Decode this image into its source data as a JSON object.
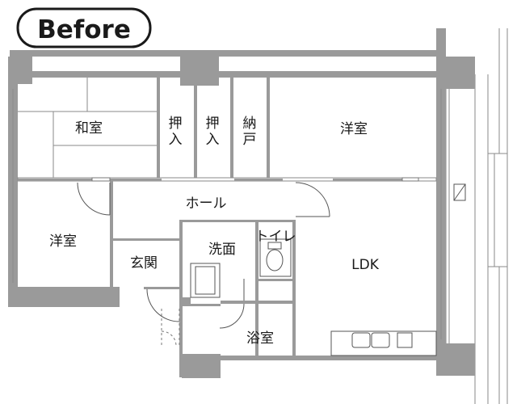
{
  "badge": {
    "label": "Before"
  },
  "rooms": {
    "washitsu": "和室",
    "oshiire_1": "押入",
    "oshiire_2": "押入",
    "nando": "納戸",
    "yoshitsu_top": "洋室",
    "hall": "ホール",
    "yoshitsu_left": "洋室",
    "genkan": "玄関",
    "senmen": "洗面",
    "toilet": "トイレ",
    "ldk": "LDK",
    "yokushitsu": "浴室"
  },
  "colors": {
    "wall": "#9a9a9a",
    "line": "#555555",
    "text": "#1a1a1a",
    "background": "#ffffff"
  }
}
